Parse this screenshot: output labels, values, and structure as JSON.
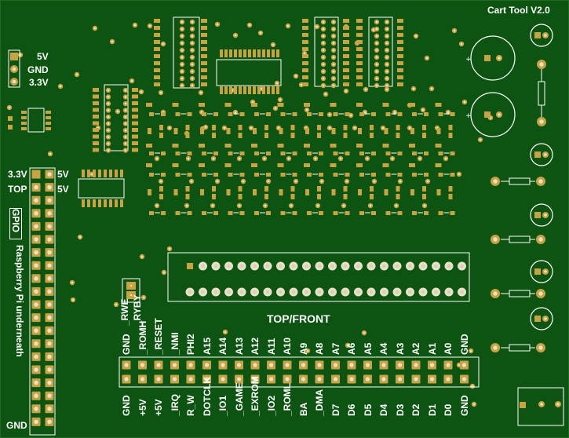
{
  "board": {
    "title": "Cart Tool V2.0",
    "left_header": [
      "5V",
      "GND",
      "3.3V"
    ],
    "gpio": {
      "left_top": [
        "3.3V",
        "TOP"
      ],
      "right_top": [
        "5V",
        "5V"
      ],
      "tag": "GPIO",
      "note": "Raspberry Pi underneath",
      "bottom": "GND"
    },
    "jumper": [
      "_RWE",
      "_RYBY"
    ],
    "connector_title": "TOP/FRONT",
    "top_pins": [
      "GND",
      "_ROMH",
      "_RESET",
      "_NMI",
      "PHI2",
      "A15",
      "A14",
      "A13",
      "A12",
      "A11",
      "A10",
      "A9",
      "A8",
      "A7",
      "A6",
      "A5",
      "A4",
      "A3",
      "A2",
      "A1",
      "A0",
      "GND"
    ],
    "bottom_pins": [
      "GND",
      "+5V",
      "+5V",
      "_IRQ",
      "R_W",
      "DOTCLK",
      "_IO1",
      "_GAME",
      "_EXROM",
      "_IO2",
      "_ROML",
      "BA",
      "_DMA",
      "D7",
      "D6",
      "D5",
      "D4",
      "D3",
      "D2",
      "D1",
      "D0",
      "GND"
    ]
  },
  "colors": {
    "pcb": "#0d5312",
    "silk": "#ffffff",
    "pad": "#c9a341",
    "hole": "#e8e0c8"
  }
}
